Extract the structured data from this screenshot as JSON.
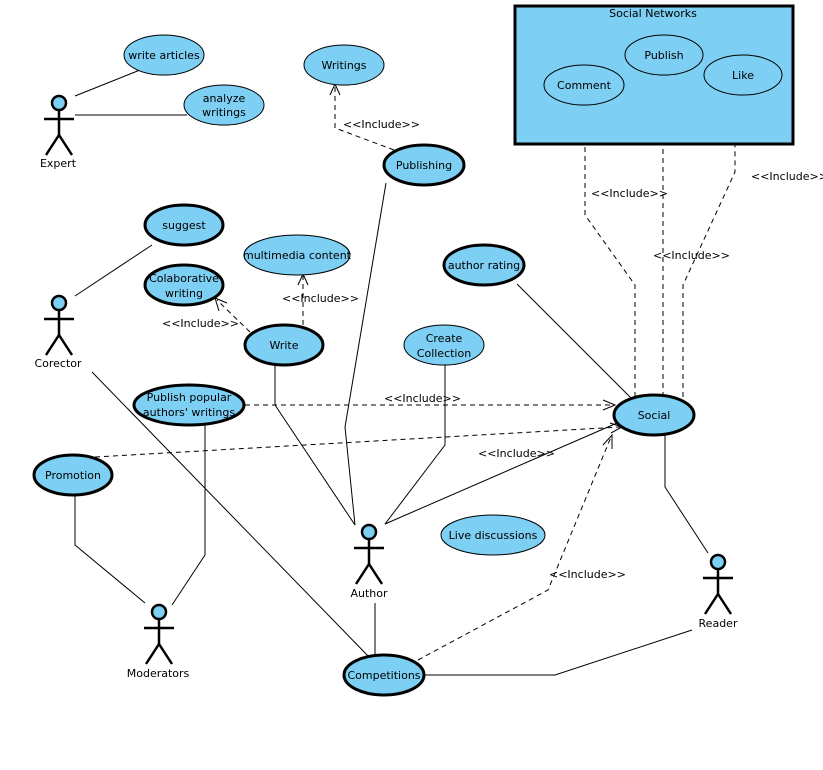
{
  "colors": {
    "usecase_fill": "#7dcff3",
    "stroke": "#000000",
    "background": "#ffffff"
  },
  "boundary": {
    "label": "Social Networks"
  },
  "usecases": {
    "write_articles": "write articles",
    "analyze_writings": [
      "analyze",
      "writings"
    ],
    "writings": "Writings",
    "publishing": "Publishing",
    "suggest": "suggest",
    "multimedia_content": "multimedia content",
    "colaborative_writing": [
      "Colaborative",
      "writing"
    ],
    "write": "Write",
    "author_rating": "author rating",
    "create_collection": [
      "Create",
      "Collection"
    ],
    "publish_popular": [
      "Publish popular",
      "authors' writings"
    ],
    "social": "Social",
    "promotion": "Promotion",
    "live_discussions": "Live discussions",
    "competitions": "Competitions",
    "comment": "Comment",
    "publish": "Publish",
    "like": "Like"
  },
  "actors": {
    "expert": "Expert",
    "corector": "Corector",
    "author": "Author",
    "moderators": "Moderators",
    "reader": "Reader"
  },
  "include_label": "<<Include>>"
}
